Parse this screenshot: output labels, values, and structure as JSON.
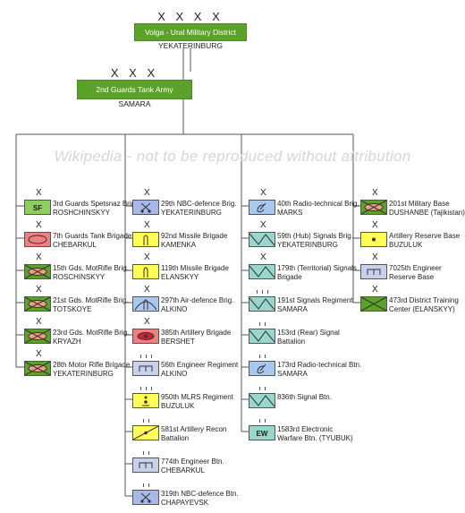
{
  "watermark": "Wikipedia - not to be reproduced without attribution",
  "district": {
    "size": "X X X X",
    "name": "Volga - Ural Military District",
    "location": "YEKATERINBURG"
  },
  "army": {
    "size": "X X X",
    "name": "2nd Guards Tank Army",
    "location": "SAMARA"
  },
  "colors": {
    "green": "#5ba12a",
    "light_green": "#8ccf5c",
    "blue": "#a9b8e8",
    "light_blue": "#a8c8ee",
    "red": "#f08080",
    "yellow": "#ffff55",
    "teal": "#99d6cc",
    "pink_x": "#f0a080"
  },
  "columns": [
    {
      "name": "army-units",
      "units": [
        {
          "size": "X",
          "line1": "3rd Guards Spetsnaz Brig.",
          "line2": "ROSHCHINSKYY",
          "fill": "#8ccf5c",
          "icon": "sf",
          "text": "SF"
        },
        {
          "size": "X",
          "line1": "7th Guards Tank Brigade",
          "line2": "CHEBARKUL",
          "fill": "#f08080",
          "icon": "tank"
        },
        {
          "size": "X",
          "line1": "15th Gds. MotRifle Brig.",
          "line2": "ROSCHINSKYY",
          "fill": "#5ba12a",
          "icon": "motrifle"
        },
        {
          "size": "X",
          "line1": "21st Gds. MotRifle Brig.",
          "line2": "TOTSKOYE",
          "fill": "#5ba12a",
          "icon": "motrifle"
        },
        {
          "size": "X",
          "line1": "23rd Gds. MotRifle Brig.",
          "line2": "KRYAZH",
          "fill": "#5ba12a",
          "icon": "motrifle"
        },
        {
          "size": "X",
          "line1": "28th Motor Rifle Brigade",
          "line2": "YEKATERINBURG",
          "fill": "#5ba12a",
          "icon": "motrifle"
        }
      ]
    },
    {
      "name": "support-units",
      "units": [
        {
          "size": "X",
          "line1": "29th NBC-defence Brig.",
          "line2": "YEKATERINBURG",
          "fill": "#a9b8e8",
          "icon": "nbc"
        },
        {
          "size": "X",
          "line1": "92nd Missile Brigade",
          "line2": "KAMENKA",
          "fill": "#ffff55",
          "icon": "missile"
        },
        {
          "size": "X",
          "line1": "119th Missile Brigade",
          "line2": "ELANSKYY",
          "fill": "#ffff55",
          "icon": "missile"
        },
        {
          "size": "X",
          "line1": "297th Air-defence Brig.",
          "line2": "ALKINO",
          "fill": "#a8c8ee",
          "icon": "airdefence"
        },
        {
          "size": "X",
          "line1": "385th Artillery Brigade",
          "line2": "BERSHET",
          "fill": "#f08080",
          "icon": "artillery"
        },
        {
          "size": "III",
          "line1": "56th Engineer Regiment",
          "line2": "ALKINO",
          "fill": "#c8d0ec",
          "icon": "engineer"
        },
        {
          "size": "III",
          "line1": "950th MLRS Regiment",
          "line2": "BUZULUK",
          "fill": "#ffff55",
          "icon": "mlrs"
        },
        {
          "size": "II",
          "line1": "581st Artillery Recon",
          "line2": "Battalion",
          "fill": "#ffff55",
          "icon": "recon"
        },
        {
          "size": "II",
          "line1": "774th Engineer Btn.",
          "line2": "CHEBARKUL",
          "fill": "#c8d0ec",
          "icon": "engineer"
        },
        {
          "size": "II",
          "line1": "319th NBC-defence Btn.",
          "line2": "CHAPAYEVSK",
          "fill": "#a9b8e8",
          "icon": "nbc"
        }
      ]
    },
    {
      "name": "signal-units",
      "units": [
        {
          "size": "X",
          "line1": "40th Radio-technical Brig.",
          "line2": "MARKS",
          "fill": "#a8c8ee",
          "icon": "radio"
        },
        {
          "size": "X",
          "line1": "59th (Hub) Signals Brig.",
          "line2": "YEKATERINBURG",
          "fill": "#99d6cc",
          "icon": "signal"
        },
        {
          "size": "X",
          "line1": "179th (Territorial) Signals",
          "line2": "Brigade",
          "fill": "#99d6cc",
          "icon": "signal"
        },
        {
          "size": "III",
          "line1": "191st Signals Regiment",
          "line2": "SAMARA",
          "fill": "#99d6cc",
          "icon": "signal"
        },
        {
          "size": "II",
          "line1": "153rd (Rear) Signal",
          "line2": "Battalion",
          "fill": "#99d6cc",
          "icon": "signal"
        },
        {
          "size": "II",
          "line1": "173rd Radio-technical Btn.",
          "line2": "SAMARA",
          "fill": "#a8c8ee",
          "icon": "radio"
        },
        {
          "size": "II",
          "line1": "836th Signal Btn.",
          "line2": "",
          "fill": "#99d6cc",
          "icon": "signal"
        },
        {
          "size": "II",
          "line1": "1583rd Electronic",
          "line2": "Warfare Btn. (TYUBUK)",
          "fill": "#99d6cc",
          "icon": "ew",
          "text": "EW"
        }
      ]
    },
    {
      "name": "district-units",
      "units": [
        {
          "size": "X",
          "line1": "201st Military Base",
          "line2": "DUSHANBE (Tajikistan)",
          "fill": "#5ba12a",
          "icon": "motrifle"
        },
        {
          "size": "X",
          "line1": "Artillery Reserve Base",
          "line2": "BUZULUK",
          "fill": "#ffff55",
          "icon": "dot"
        },
        {
          "size": "X",
          "line1": "7025th Engineer",
          "line2": "Reserve Base",
          "fill": "#c8d0ec",
          "icon": "engineer"
        },
        {
          "size": "X",
          "line1": "473rd District Training",
          "line2": "Center (ELANSKYY)",
          "fill": "#5ba12a",
          "icon": "training"
        }
      ]
    }
  ]
}
